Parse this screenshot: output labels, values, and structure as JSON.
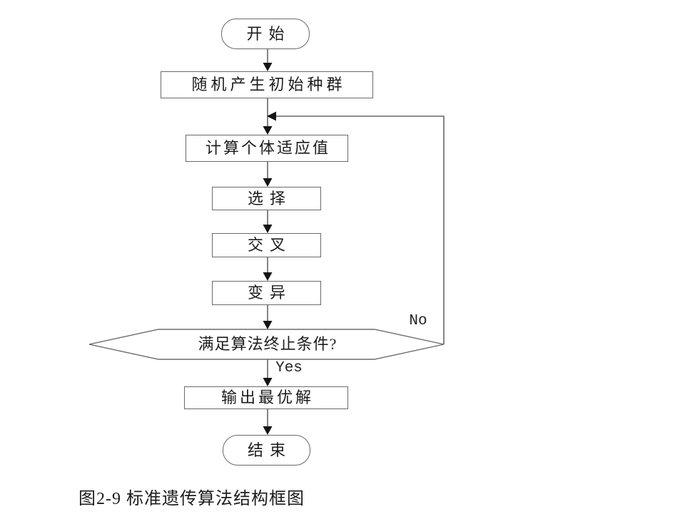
{
  "figure": {
    "type": "flowchart",
    "caption": "图2-9 标准遗传算法结构框图",
    "nodes": {
      "start": "开始",
      "init": "随机产生初始种群",
      "fitness": "计算个体适应值",
      "selection": "选择",
      "crossover": "交叉",
      "mutation": "变异",
      "decision": "满足算法终止条件?",
      "output": "输出最优解",
      "end": "结束"
    },
    "edge_labels": {
      "no": "No",
      "yes": "Yes"
    },
    "colors": {
      "background": "#ffffff",
      "line": "#666666",
      "box_border": "#6a6a6a",
      "arrowhead": "#141414",
      "text": "#1c1c1c"
    }
  }
}
